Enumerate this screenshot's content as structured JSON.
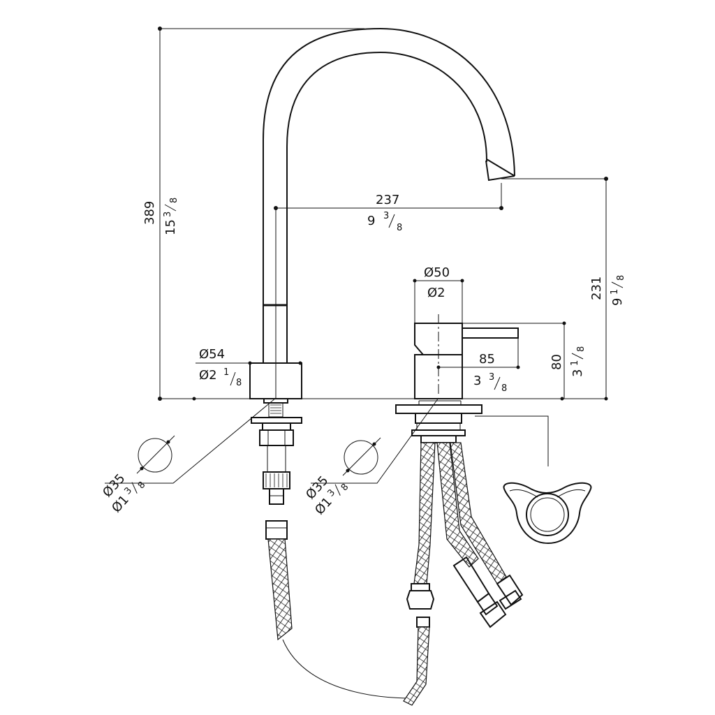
{
  "drawing": {
    "overall_height": {
      "mm": "389",
      "inch_whole": "15",
      "inch_num": "3",
      "inch_den": "8"
    },
    "spout_reach": {
      "mm": "237",
      "inch_whole": "9",
      "inch_num": "3",
      "inch_den": "8"
    },
    "spout_height": {
      "mm": "231",
      "inch_whole": "9",
      "inch_num": "1",
      "inch_den": "8"
    },
    "handle_diameter": {
      "mm": "Ø50",
      "inch": "Ø2"
    },
    "handle_height": {
      "mm": "80",
      "inch_whole": "3",
      "inch_num": "1",
      "inch_den": "8"
    },
    "lever_length": {
      "mm": "85",
      "inch_whole": "3",
      "inch_num": "3",
      "inch_den": "8"
    },
    "spout_base_diameter": {
      "mm": "Ø54",
      "inch_whole": "Ø2",
      "inch_num": "1",
      "inch_den": "8"
    },
    "spout_hole": {
      "mm": "Ø35",
      "inch_whole": "Ø1",
      "inch_num": "3",
      "inch_den": "8"
    },
    "mixer_hole": {
      "mm": "Ø35",
      "inch_whole": "Ø1",
      "inch_num": "3",
      "inch_den": "8"
    }
  }
}
